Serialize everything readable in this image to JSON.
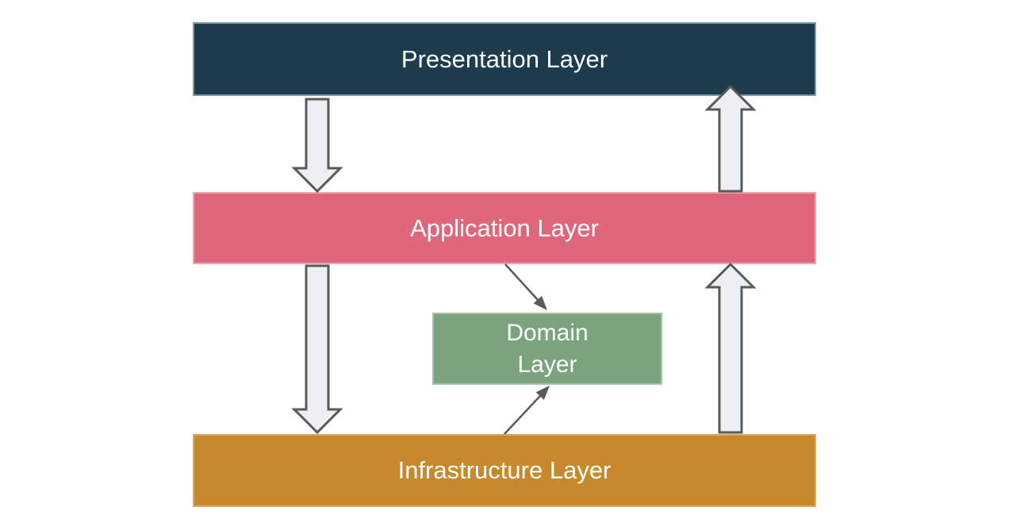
{
  "diagram": {
    "type": "layered-architecture",
    "background_color": "#ffffff",
    "layers": [
      {
        "id": "presentation",
        "label": "Presentation Layer",
        "fill": "#1d3d4f",
        "border": "#7d97a4",
        "text_color": "#ffffff"
      },
      {
        "id": "application",
        "label": "Application Layer",
        "fill": "#e0677b",
        "border": "#eba4af",
        "text_color": "#ffffff"
      },
      {
        "id": "domain",
        "label": "Domain Layer",
        "fill": "#7aa37e",
        "border": "#a5c1a7",
        "text_color": "#ffffff"
      },
      {
        "id": "infrastructure",
        "label": "Infrastructure Layer",
        "fill": "#c8892d",
        "border": "#d9ab67",
        "text_color": "#ffffff"
      }
    ],
    "connections": [
      {
        "from": "Presentation Layer",
        "to": "Application Layer",
        "style": "block-arrow",
        "direction": "down"
      },
      {
        "from": "Application Layer",
        "to": "Presentation Layer",
        "style": "block-arrow",
        "direction": "up"
      },
      {
        "from": "Application Layer",
        "to": "Infrastructure Layer",
        "style": "block-arrow",
        "direction": "down"
      },
      {
        "from": "Infrastructure Layer",
        "to": "Application Layer",
        "style": "block-arrow",
        "direction": "up"
      },
      {
        "from": "Application Layer",
        "to": "Domain Layer",
        "style": "thin-arrow",
        "direction": "down-right"
      },
      {
        "from": "Infrastructure Layer",
        "to": "Domain Layer",
        "style": "thin-arrow",
        "direction": "up-right"
      }
    ],
    "arrow_colors": {
      "block_fill": "#eceff4",
      "block_stroke": "#595959",
      "thin_stroke": "#595959"
    }
  }
}
